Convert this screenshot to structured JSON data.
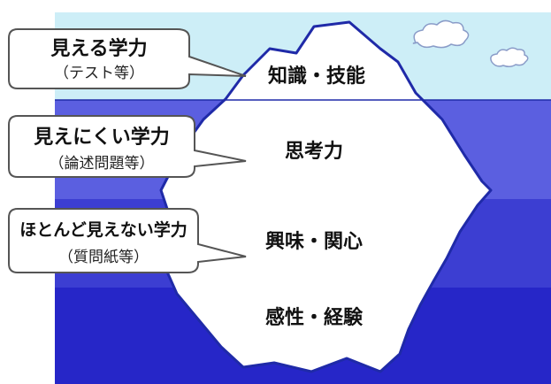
{
  "colors": {
    "sky": "#cdeef7",
    "band1": "#5b5fe0",
    "band2": "#3c3ed2",
    "band3": "#2626c8",
    "band4": "#0f10b3",
    "iceberg_fill": "#ffffff",
    "iceberg_stroke": "#1f2aa8",
    "callout_stroke": "#555555"
  },
  "callouts": [
    {
      "title": "見える学力",
      "subtitle": "（テスト等）"
    },
    {
      "title": "見えにくい学力",
      "subtitle": "（論述問題等）"
    },
    {
      "title": "ほとんど見えない学力",
      "subtitle": "（質問紙等）"
    }
  ],
  "iceberg_labels": [
    "知識・技能",
    "思考力",
    "興味・関心",
    "感性・経験"
  ],
  "icons": [
    "cloud-icon",
    "cloud-icon"
  ]
}
